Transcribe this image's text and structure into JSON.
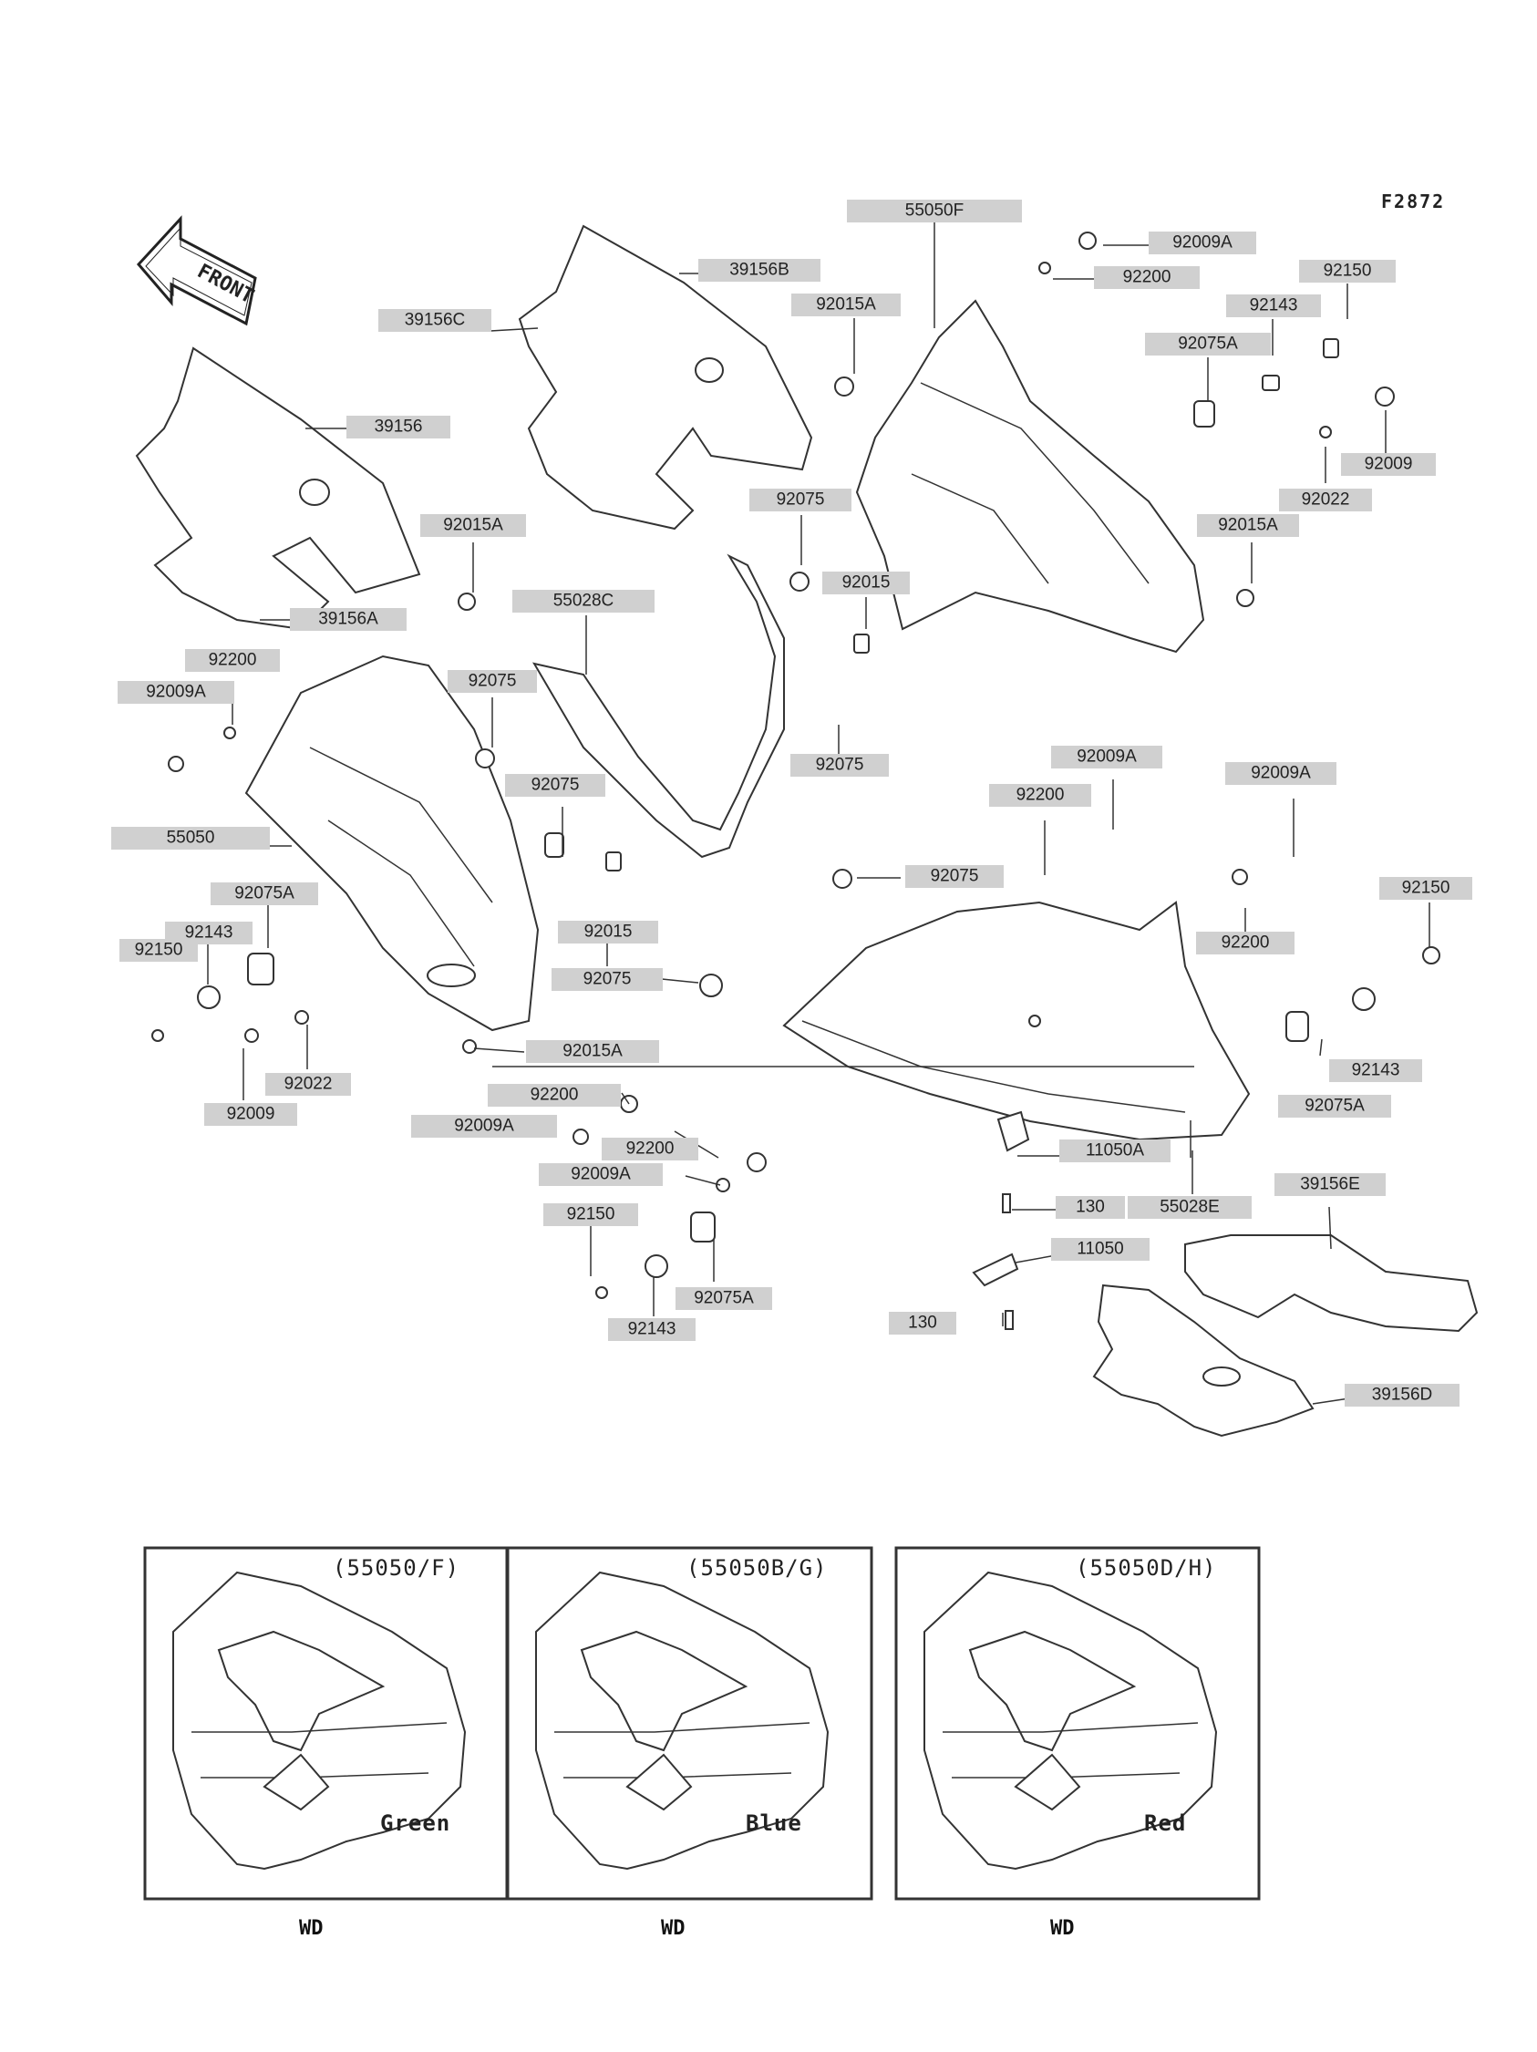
{
  "figure_code": "F2872",
  "front_label": "FRONT",
  "callouts": [
    {
      "id": "55050F",
      "text": "55050F"
    },
    {
      "id": "92009A-a",
      "text": "92009A"
    },
    {
      "id": "92200-a",
      "text": "92200"
    },
    {
      "id": "39156B",
      "text": "39156B"
    },
    {
      "id": "92015A-a",
      "text": "92015A"
    },
    {
      "id": "92150-a",
      "text": "92150"
    },
    {
      "id": "92143-a",
      "text": "92143"
    },
    {
      "id": "39156C",
      "text": "39156C"
    },
    {
      "id": "92075A-a",
      "text": "92075A"
    },
    {
      "id": "39156",
      "text": "39156"
    },
    {
      "id": "92009-a",
      "text": "92009"
    },
    {
      "id": "92075-a",
      "text": "92075"
    },
    {
      "id": "92022-a",
      "text": "92022"
    },
    {
      "id": "92015A-b",
      "text": "92015A"
    },
    {
      "id": "92015A-c",
      "text": "92015A"
    },
    {
      "id": "92015-a",
      "text": "92015"
    },
    {
      "id": "55028C",
      "text": "55028C"
    },
    {
      "id": "39156A",
      "text": "39156A"
    },
    {
      "id": "92200-b",
      "text": "92200"
    },
    {
      "id": "92075-b",
      "text": "92075"
    },
    {
      "id": "92009A-b",
      "text": "92009A"
    },
    {
      "id": "92075-c",
      "text": "92075"
    },
    {
      "id": "92009A-c",
      "text": "92009A"
    },
    {
      "id": "92009A-d",
      "text": "92009A"
    },
    {
      "id": "92075-d",
      "text": "92075"
    },
    {
      "id": "92200-c",
      "text": "92200"
    },
    {
      "id": "55050",
      "text": "55050"
    },
    {
      "id": "92075-e",
      "text": "92075"
    },
    {
      "id": "92150-b",
      "text": "92150"
    },
    {
      "id": "92075A-b",
      "text": "92075A"
    },
    {
      "id": "92143-b",
      "text": "92143"
    },
    {
      "id": "92015-b",
      "text": "92015"
    },
    {
      "id": "92200-d",
      "text": "92200"
    },
    {
      "id": "92150-c",
      "text": "92150"
    },
    {
      "id": "92075-f",
      "text": "92075"
    },
    {
      "id": "92015A-d",
      "text": "92015A"
    },
    {
      "id": "92143-c",
      "text": "92143"
    },
    {
      "id": "92022-b",
      "text": "92022"
    },
    {
      "id": "92009-b",
      "text": "92009"
    },
    {
      "id": "92200-e",
      "text": "92200"
    },
    {
      "id": "92075A-c",
      "text": "92075A"
    },
    {
      "id": "92009A-e",
      "text": "92009A"
    },
    {
      "id": "92200-f",
      "text": "92200"
    },
    {
      "id": "11050A",
      "text": "11050A"
    },
    {
      "id": "92009A-f",
      "text": "92009A"
    },
    {
      "id": "130-a",
      "text": "130"
    },
    {
      "id": "55028E",
      "text": "55028E"
    },
    {
      "id": "39156E",
      "text": "39156E"
    },
    {
      "id": "92150-d",
      "text": "92150"
    },
    {
      "id": "11050",
      "text": "11050"
    },
    {
      "id": "92075A-d",
      "text": "92075A"
    },
    {
      "id": "130-b",
      "text": "130"
    },
    {
      "id": "92143-d",
      "text": "92143"
    },
    {
      "id": "39156D",
      "text": "39156D"
    }
  ],
  "variants": [
    {
      "code": "(55050/F)",
      "color": "Green",
      "tag": "WD"
    },
    {
      "code": "(55050B/G)",
      "color": "Blue",
      "tag": "WD"
    },
    {
      "code": "(55050D/H)",
      "color": "Red",
      "tag": "WD"
    }
  ]
}
